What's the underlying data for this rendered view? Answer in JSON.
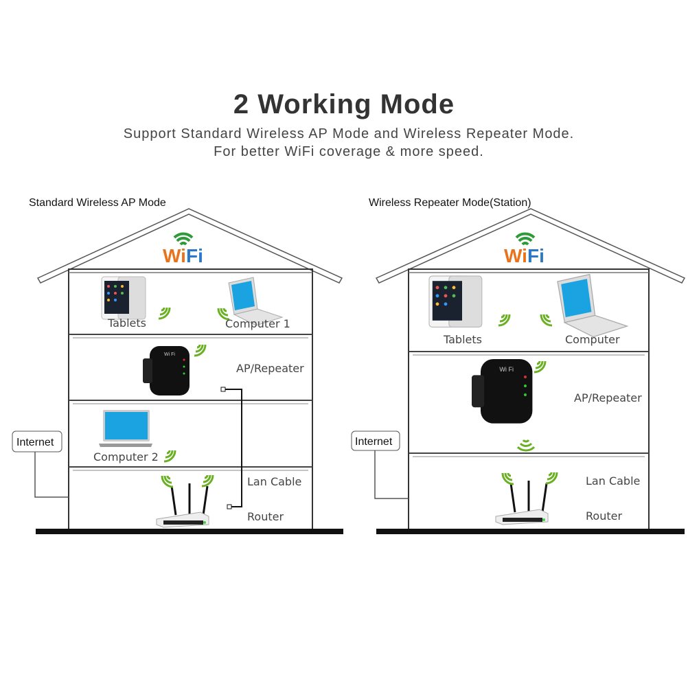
{
  "header": {
    "title": "2 Working Mode",
    "subtitle_line1": "Support Standard Wireless AP Mode and Wireless Repeater Mode.",
    "subtitle_line2": "For better WiFi coverage & more speed."
  },
  "left": {
    "heading": "Standard Wireless AP Mode",
    "logo": "WiFi",
    "tablets": "Tablets",
    "computer1": "Computer 1",
    "ap": "AP/Repeater",
    "computer2": "Computer 2",
    "lan": "Lan Cable",
    "router": "Router",
    "internet": "Internet"
  },
  "right": {
    "heading": "Wireless Repeater Mode(Station)",
    "logo": "WiFi",
    "tablets": "Tablets",
    "computer": "Computer",
    "ap": "AP/Repeater",
    "lan": "Lan Cable",
    "router": "Router",
    "internet": "Internet"
  },
  "colors": {
    "signal": "#6ab023",
    "logo_orange": "#e8731c",
    "logo_blue": "#2a78c8",
    "screen": "#1aa3e0"
  }
}
